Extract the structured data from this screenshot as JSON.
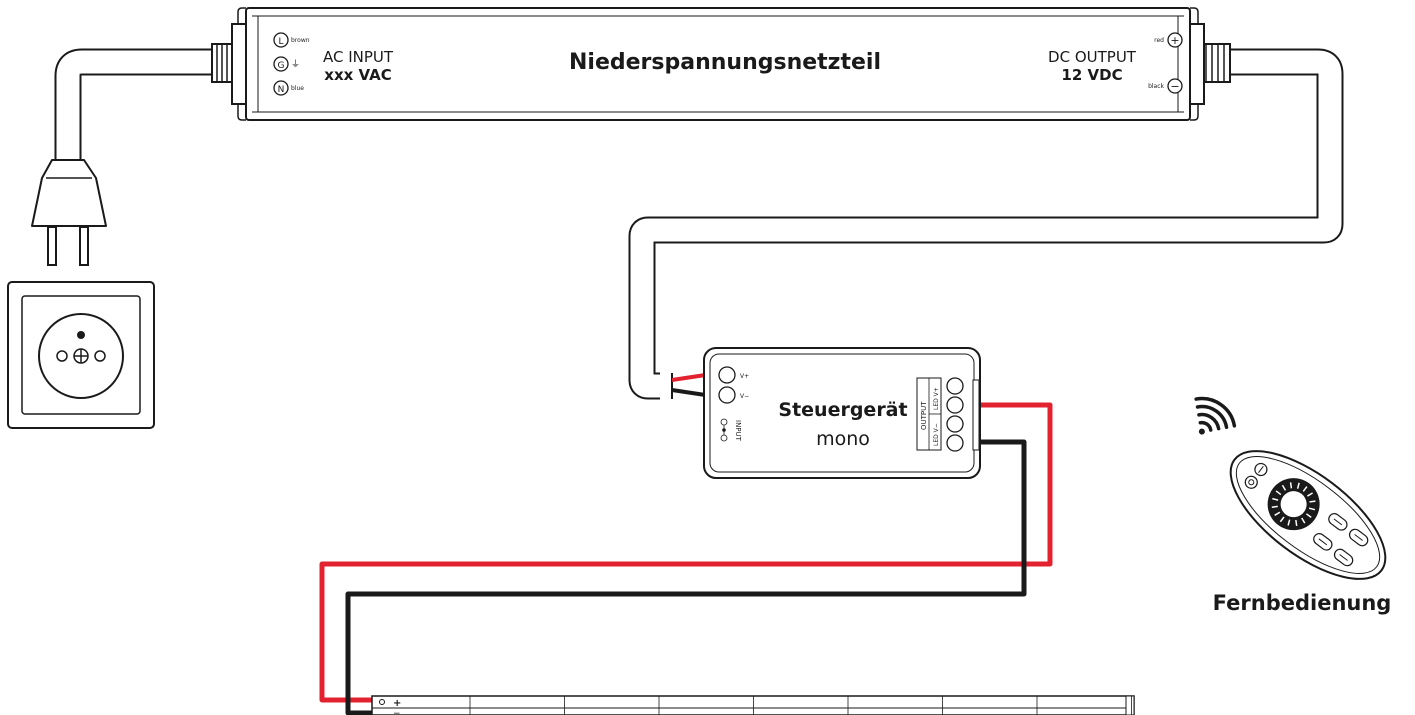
{
  "power_supply": {
    "title": "Niederspannungsnetzteil",
    "ac_input_label": "AC INPUT",
    "ac_input_value": "xxx VAC",
    "dc_output_label": "DC OUTPUT",
    "dc_output_value": "12 VDC",
    "terminals_in": [
      {
        "symbol": "L",
        "wire": "brown"
      },
      {
        "symbol": "G",
        "wire": "⏚"
      },
      {
        "symbol": "N",
        "wire": "blue"
      }
    ],
    "terminals_out": [
      {
        "symbol": "+",
        "wire": "red"
      },
      {
        "symbol": "−",
        "wire": "black"
      }
    ]
  },
  "controller": {
    "title": "Steuergerät",
    "subtitle": "mono",
    "input_label": "INPUT",
    "input_pins": [
      "V+",
      "V−"
    ],
    "output_label": "OUTPUT",
    "output_pins": [
      "LED V+",
      "LED V−"
    ]
  },
  "remote": {
    "label": "Fernbedienung"
  },
  "led_strip": {
    "plus_mark": "+",
    "minus_mark": "−"
  },
  "colors": {
    "red_wire": "#e32230",
    "black_wire": "#1a1a1a",
    "cable": "#1a1a1a"
  }
}
